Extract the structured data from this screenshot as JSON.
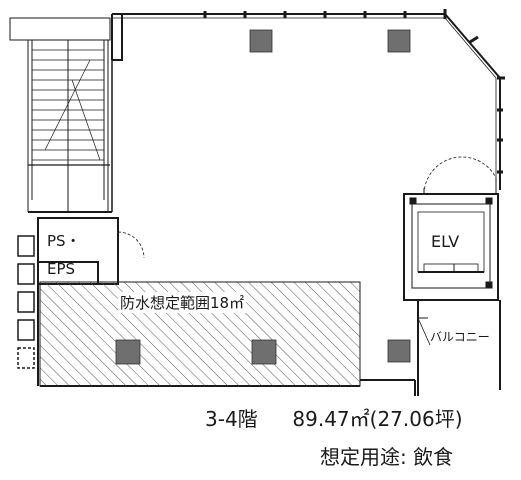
{
  "plan": {
    "rooms": {
      "ps": "PS・",
      "eps": "EPS",
      "elv": "ELV",
      "balcony": "バルコニー"
    },
    "waterproof_area": "防水想定範囲18㎡"
  },
  "floor_info": {
    "floor": "3-4階",
    "area": "89.47㎡(27.06坪)"
  },
  "usage": {
    "label": "想定用途:",
    "value": "飲食"
  },
  "colors": {
    "line": "#1a1a1a",
    "column": "#6f6f6f",
    "hatch": "#555555",
    "background": "#ffffff"
  }
}
